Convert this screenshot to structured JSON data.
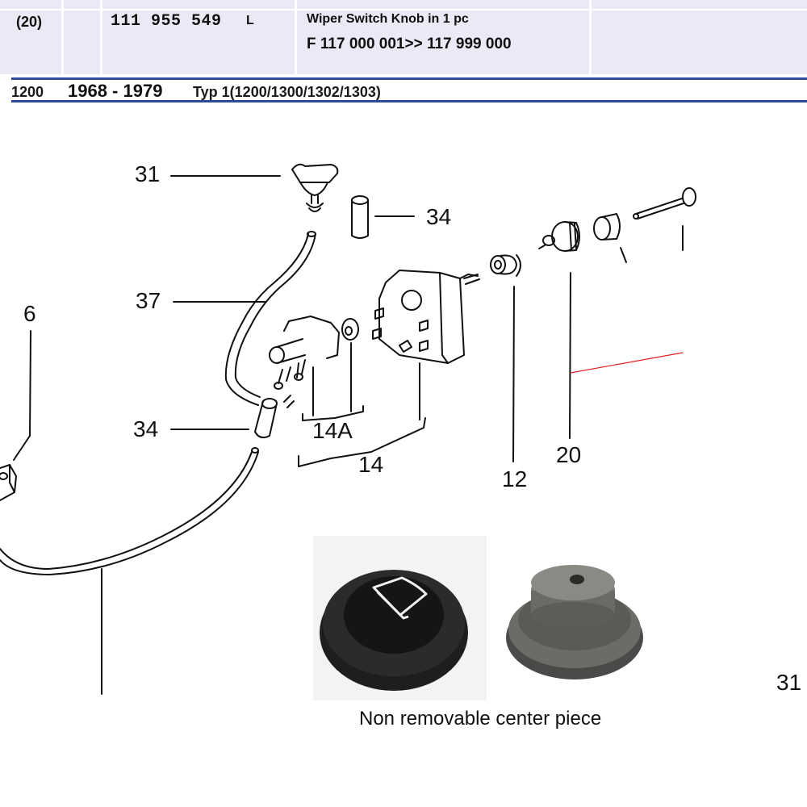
{
  "part_row": {
    "position": "(20)",
    "part_number": "111  955  549",
    "part_suffix": "L",
    "description": "Wiper Switch Knob in 1 pc",
    "chassis_range": "F 117  000 001>> 117  999 000"
  },
  "model_band": {
    "model_code": "1200",
    "years": "1968 - 1979",
    "type": "Typ 1(1200/1300/1302/1303)"
  },
  "diagram": {
    "callouts": [
      {
        "id": "31",
        "text": "31"
      },
      {
        "id": "34-top",
        "text": "34"
      },
      {
        "id": "37",
        "text": "37"
      },
      {
        "id": "6",
        "text": "6"
      },
      {
        "id": "34-bottom",
        "text": "34"
      },
      {
        "id": "14A",
        "text": "14A"
      },
      {
        "id": "14",
        "text": "14"
      },
      {
        "id": "12",
        "text": "12"
      },
      {
        "id": "20",
        "text": "20"
      },
      {
        "id": "31-right",
        "text": "31"
      }
    ],
    "highlight_color": "#e02020"
  },
  "photos": {
    "knob_front": "wiper-knob-front-photo",
    "knob_back": "wiper-knob-back-photo",
    "caption": "Non removable center piece"
  }
}
